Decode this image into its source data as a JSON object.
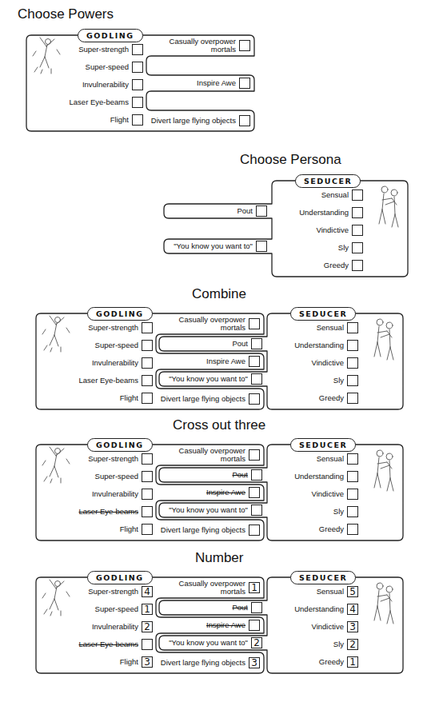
{
  "diagram": {
    "nodes": [
      {
        "text": [
          "GODLING",
          "Super-strength",
          "Super-speed",
          "Invulnerability",
          "Laser Eye-beams",
          "Flight",
          "Casually overpower mortals",
          "Inspire Awe",
          "Divert large flying objects"
        ]
      },
      {
        "text": [
          "SEDUCER",
          "Pout",
          "\"You know you want to\"",
          "Sensual",
          "Understanding",
          "Vindictive",
          "Sly",
          "Greedy"
        ]
      },
      {
        "text": [
          "GODLING",
          "Super-strength",
          "Super-speed",
          "Invulnerability",
          "Laser Eye-beams",
          "Flight",
          "Casually overpower mortals",
          "Inspire Awe",
          "Divert large flying objects"
        ]
      },
      {
        "text": [
          "SEDUCER",
          "Pout",
          "\"You know you want to\"",
          "Sensual",
          "Understanding",
          "Vindictive",
          "Sly",
          "Greedy"
        ]
      },
      {
        "text": [
          "GODLING",
          "Super-strength",
          "Super-speed",
          "Invulnerability",
          "Laser Eye-beams",
          "Flight",
          "Casually overpower mortals",
          "Inspire Awe",
          "Divert large flying objects"
        ]
      },
      {
        "text": [
          "SEDUCER",
          "Pout",
          "\"You know you want to\"",
          "Sensual",
          "Understanding",
          "Vindictive",
          "Sly",
          "Greedy"
        ]
      },
      {
        "text": [
          "GODLING",
          "Super-strength",
          "4",
          "Super-speed",
          "1",
          "Invulnerability",
          "2",
          "Laser Eye-beams",
          "Flight",
          "3",
          "Casually overpower mortals",
          "1",
          "Inspire Awe",
          "Divert large flying objects",
          "3"
        ]
      },
      {
        "text": [
          "SEDUCER",
          "Pout",
          "\"You know you want to\"",
          "2",
          "Sensual",
          "5",
          "Understanding",
          "4",
          "Vindictive",
          "3",
          "Sly",
          "2",
          "Greedy",
          "1"
        ]
      }
    ],
    "labels": [
      "Choose Powers",
      "Choose Persona",
      "Combine",
      "Cross out three",
      "Number"
    ]
  }
}
